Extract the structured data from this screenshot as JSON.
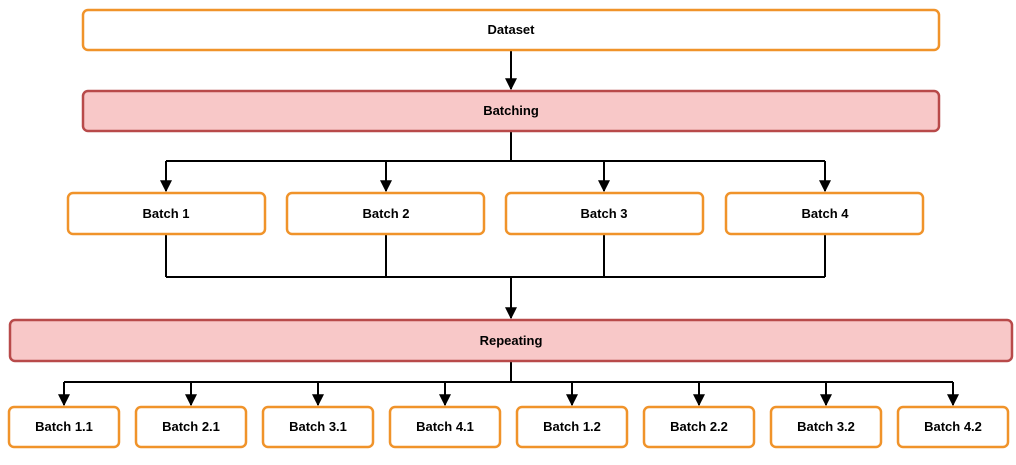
{
  "colors": {
    "box_fill": "#ffffff",
    "box_stroke": "#f0932a",
    "stage_fill": "#f8c8c8",
    "stage_stroke": "#b84a4a",
    "edge": "#000000"
  },
  "nodes": {
    "dataset": "Dataset",
    "batching": "Batching",
    "batches": [
      "Batch 1",
      "Batch 2",
      "Batch 3",
      "Batch 4"
    ],
    "repeating": "Repeating",
    "repeated_batches": [
      "Batch 1.1",
      "Batch 2.1",
      "Batch 3.1",
      "Batch 4.1",
      "Batch 1.2",
      "Batch 2.2",
      "Batch 3.2",
      "Batch 4.2"
    ]
  }
}
